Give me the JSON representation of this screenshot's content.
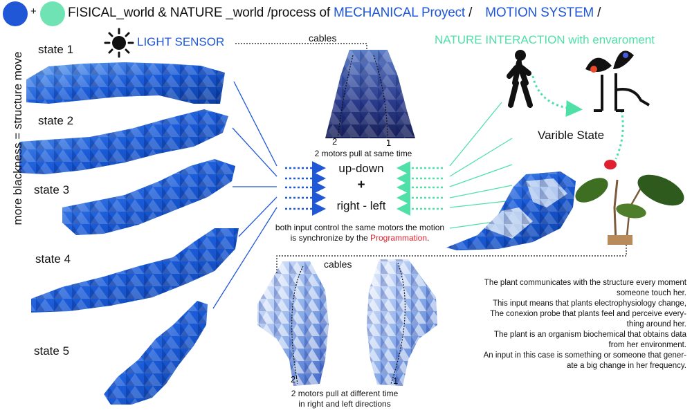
{
  "header": {
    "plus_sign": "+",
    "part1": "FISICAL_world & NATURE _world /process of ",
    "part2": "MECHANICAL Proyect",
    "part3": " / ",
    "part4": "MOTION SYSTEM",
    "part5": " /",
    "colors": {
      "blue_circle": "#1f57d6",
      "green_circle": "#6fe3b4"
    }
  },
  "light_sensor": {
    "label": "LIGHT SENSOR",
    "icon": "sun-icon"
  },
  "vertical_label": "more blackness = structure move",
  "states": [
    "state 1",
    "state 2",
    "state 3",
    "state 4",
    "state 5"
  ],
  "top_center": {
    "cables_label": "cables",
    "motor_1": "1",
    "motor_2": "2",
    "caption": "2 motors pull at same time"
  },
  "motion": {
    "up_down": "up-down",
    "plus": "+",
    "right_left": "right - left",
    "note_line1": "both input control the same motors the motion",
    "note_line2_prefix": "is synchronize by the ",
    "note_highlight": "Programmation",
    "note_suffix": "."
  },
  "bottom_center": {
    "cables_label": "cables",
    "motor_1": "1",
    "motor_2": "2'",
    "caption_line1": "2 motors pull at different time",
    "caption_line2": "in right and left directions"
  },
  "nature": {
    "title": "NATURE INTERACTION with envaroment",
    "varible_state": "Varible State",
    "icons": [
      "walking-person-icon",
      "plant-creature-icon"
    ]
  },
  "right_text": [
    "The plant communicates with the structure every moment",
    "someone touch her.",
    "This input means that plants electrophysiology change,",
    "The conexion probe that plants feel and perceive every-",
    "thing around her.",
    "The plant is an organism biochemical that obtains data",
    "from her environment.",
    "An input in this case is something or someone  that gener-",
    "ate a big change in her frequency."
  ],
  "colors": {
    "accent_blue": "#1f57d6",
    "accent_green": "#4fe0a8",
    "highlight_red": "#e02030"
  }
}
